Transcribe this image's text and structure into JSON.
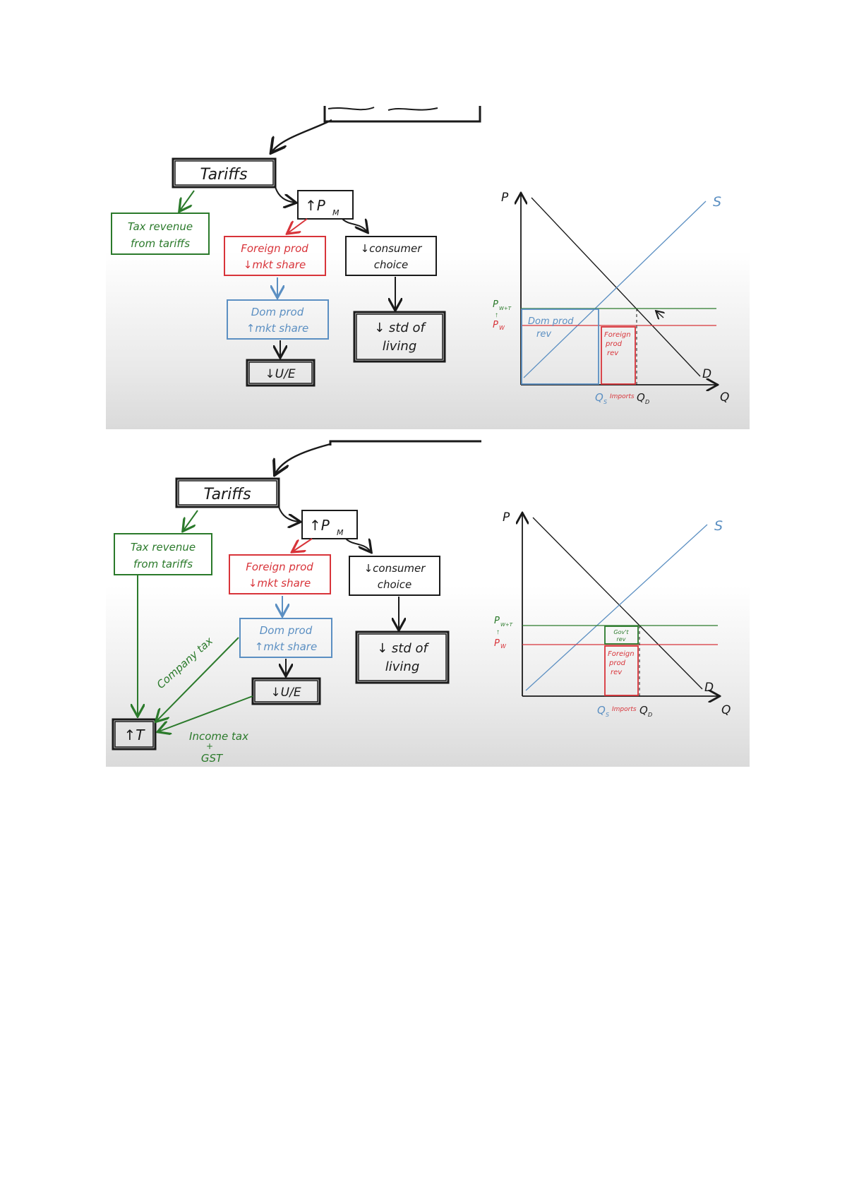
{
  "colors": {
    "black": "#1a1a1a",
    "green": "#2b7a2b",
    "red": "#d8343a",
    "blue": "#5b8fc2"
  },
  "panel1": {
    "tariffs": "Tariffs",
    "price_imports": "↑P",
    "price_imports_sub": "M",
    "tax_revenue_line1": "Tax revenue",
    "tax_revenue_line2": "from tariffs",
    "foreign_line1": "Foreign prod",
    "foreign_line2": "↓mkt share",
    "consumer_line1": "↓consumer",
    "consumer_line2": "choice",
    "dom_line1": "Dom prod",
    "dom_line2": "↑mkt share",
    "std_line1": "↓ std of",
    "std_line2": "living",
    "employment": "↓U/E",
    "graph": {
      "p_axis": "P",
      "q_axis": "Q",
      "supply": "S",
      "demand": "D",
      "p_wt": "P",
      "p_wt_sub": "W+T",
      "p_w": "P",
      "p_w_sub": "W",
      "dom_rev_line1": "Dom prod",
      "dom_rev_line2": "rev",
      "foreign_rev_line1": "Foreign",
      "foreign_rev_line2": "prod",
      "foreign_rev_line3": "rev",
      "qs": "Q",
      "qs_sub": "S",
      "imports": "Imports",
      "qd": "Q",
      "qd_sub": "D"
    }
  },
  "panel2": {
    "tariffs": "Tariffs",
    "price_imports": "↑P",
    "price_imports_sub": "M",
    "tax_revenue_line1": "Tax revenue",
    "tax_revenue_line2": "from tariffs",
    "foreign_line1": "Foreign prod",
    "foreign_line2": "↓mkt share",
    "consumer_line1": "↓consumer",
    "consumer_line2": "choice",
    "dom_line1": "Dom prod",
    "dom_line2": "↑mkt share",
    "std_line1": "↓ std of",
    "std_line2": "living",
    "employment": "↓U/E",
    "govt_total": "↑T",
    "company_tax": "Company tax",
    "income_tax": "Income tax",
    "plus": "+",
    "gst": "GST",
    "graph": {
      "p_axis": "P",
      "q_axis": "Q",
      "supply": "S",
      "demand": "D",
      "p_wt": "P",
      "p_wt_sub": "W+T",
      "p_w": "P",
      "p_w_sub": "W",
      "govt_rev_line1": "Gov't",
      "govt_rev_line2": "rev",
      "foreign_rev_line1": "Foreign",
      "foreign_rev_line2": "prod",
      "foreign_rev_line3": "rev",
      "qs": "Q",
      "qs_sub": "S",
      "imports": "Imports",
      "qd": "Q",
      "qd_sub": "D"
    }
  }
}
